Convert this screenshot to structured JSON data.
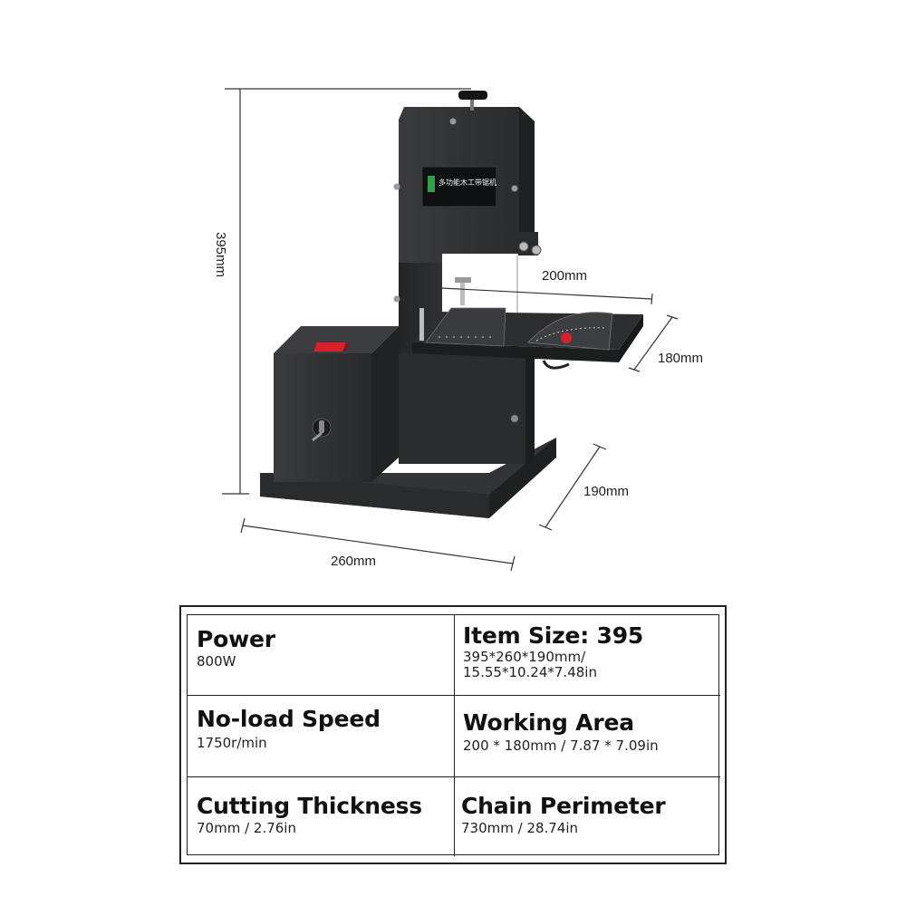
{
  "product": {
    "panel_text": "多功能木工带锯机"
  },
  "dimensions": {
    "height": "395mm",
    "table_width": "200mm",
    "table_depth": "180mm",
    "base_depth": "190mm",
    "base_width": "260mm"
  },
  "specs": [
    {
      "title": "Power",
      "values": [
        "800W"
      ]
    },
    {
      "title": "Item Size: 395",
      "values": [
        "395*260*190mm/",
        "15.55*10.24*7.48in"
      ]
    },
    {
      "title": "No-load Speed",
      "values": [
        "1750r/min"
      ]
    },
    {
      "title": "Working Area",
      "values": [
        "200 * 180mm / 7.87 * 7.09in"
      ]
    },
    {
      "title": "Cutting Thickness",
      "values": [
        "70mm / 2.76in"
      ]
    },
    {
      "title": "Chain Perimeter",
      "values": [
        "730mm / 28.74in"
      ]
    }
  ],
  "colors": {
    "machine_body": "#2e2f31",
    "machine_dark": "#1f2022",
    "switch_red": "#d8202a",
    "panel_green": "#2fa04a"
  }
}
